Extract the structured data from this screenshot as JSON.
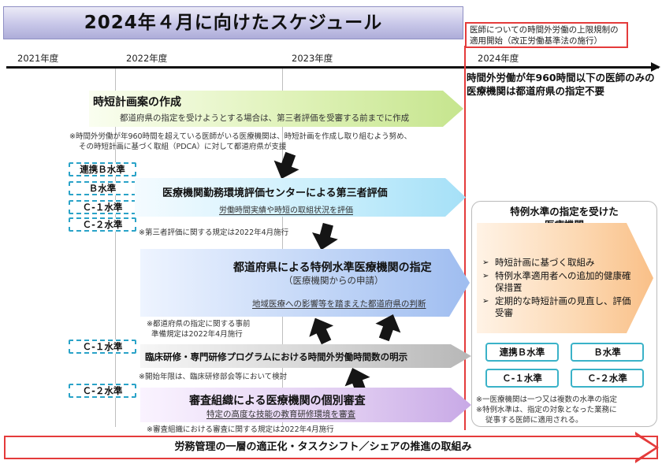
{
  "title": "2024年４月に向けたスケジュール",
  "callout": "医師についての時間外労働の上限規制の適用開始（改正労働基準法の施行）",
  "years": [
    "2021年度",
    "2022年度",
    "2023年度",
    "2024年度"
  ],
  "note_2024": "時間外労働が年960時間以下の医師のみの医療機関は都道府県の指定不要",
  "plan": {
    "title": "時短計画案の作成",
    "sub": "都道府県の指定を受けようとする場合は、第三者評価を受審する前までに作成",
    "note1": "※時間外労働が年960時間を超えている医師がいる医療機関は、時短計画を作成し取り組むよう努め、",
    "note2": "その時短計画に基づく取組（PDCA）に対して都道府県が支援"
  },
  "eval": {
    "title": "医療機関勤務環境評価センターによる第三者評価",
    "sub": "労働時間実績や時短の取組状況を評価",
    "note": "※第三者評価に関する規定は2022年4月施行"
  },
  "designation": {
    "title": "都道府県による特例水準医療機関の指定",
    "sub": "（医療機関からの申請）",
    "sub2": "地域医療への影響等を踏まえた都道府県の判断",
    "note1": "※都道府県の指定に関する事前",
    "note2": "準備規定は2022年4月施行"
  },
  "training": {
    "title": "臨床研修・専門研修プログラムにおける時間外労働時間数の明示",
    "note": "※開始年限は、臨床研修部会等において検討"
  },
  "review": {
    "title": "審査組織による医療機関の個別審査",
    "sub": "特定の高度な技能の教育研修環境を審査",
    "note": "※審査組織における審査に関する規定は2022年4月施行"
  },
  "tags": {
    "renkei_b": "連携Ｂ水準",
    "b": "Ｂ水準",
    "c1": "Ｃ-１水準",
    "c2": "Ｃ-２水準"
  },
  "special": {
    "title1": "特例水準の指定を受けた",
    "title2": "医療機関",
    "bullets": [
      "時短計画に基づく取組み",
      "特例水準適用者への追加的健康確保措置",
      "定期的な時短計画の見直し、評価受審"
    ],
    "note1": "※一医療機関は一つ又は複数の水準の指定",
    "note2": "※特例水準は、指定の対象となった業務に",
    "note3": "従事する医師に適用される。"
  },
  "bottom": "労務管理の一層の適正化・タスクシフト／シェアの推進の取組み"
}
